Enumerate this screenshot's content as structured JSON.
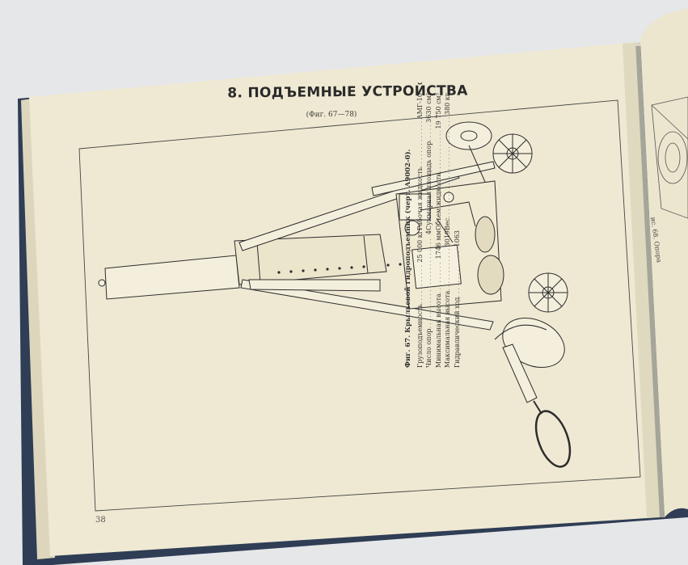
{
  "page": {
    "title": "8. ПОДЪЕМНЫЕ УСТРОЙСТВА",
    "subtitle": "(Фиг. 67—78)",
    "number": "38"
  },
  "figure_caption": {
    "title": "Фиг. 67. Крыльевой гидроподъемник (черт. А9002-0).",
    "specs_left": [
      {
        "label": "Грузоподъемность",
        "value": "25 000 кг"
      },
      {
        "label": "Число опор",
        "value": "4"
      },
      {
        "label": "Минимальная высота",
        "value": "1746 мм"
      },
      {
        "label": "Максимальная высота",
        "value": "3019"
      },
      {
        "label": "Гидравлический ход",
        "value": "1063"
      }
    ],
    "specs_right": [
      {
        "label": "Рабочая жидкость",
        "value": "АМГ-10"
      },
      {
        "label": "Суммарная площадь опор",
        "value": "3630 см²"
      },
      {
        "label": "Объем жидкости",
        "value": "19 750 см³"
      },
      {
        "label": "Вес",
        "value": "380 кг"
      }
    ]
  },
  "adjacent_page": {
    "caption_fragment": "ис. 68. Опора"
  },
  "colors": {
    "paper": "#efe9d3",
    "ink": "#2a2a2a",
    "cover": "#2f3d55",
    "background": "#e6e7e9"
  }
}
